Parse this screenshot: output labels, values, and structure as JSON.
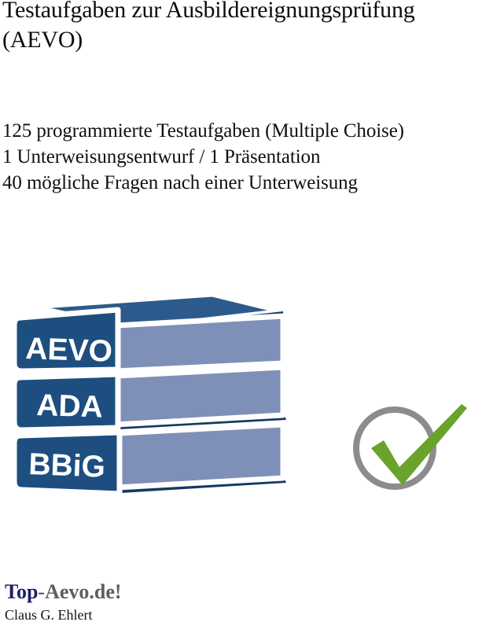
{
  "cover": {
    "title_lines": [
      "Testaufgaben zur Ausbildereignungsprüfung",
      "(AEVO)"
    ],
    "body_lines": [
      "125 programmierte Testaufgaben (Multiple Choise)",
      "1 Unterweisungsentwurf / 1 Präsentation",
      "40 mögliche Fragen nach einer Unterweisung"
    ],
    "books": {
      "labels": [
        "AEVO",
        "ADA",
        "BBiG"
      ],
      "spine_color": "#1d4e7f",
      "cover_top_color": "#2d5a8c",
      "cover_dark_color": "#143a63",
      "pages_color": "#7f90b8",
      "outline_color": "#ffffff",
      "label_color": "#ffffff"
    },
    "checkmark": {
      "icon": "check-circle-icon",
      "check_color": "#6aa32b",
      "circle_color": "#8c8c8c"
    },
    "footer": {
      "brand_prefix": "Top",
      "brand_suffix": "-Aevo.de!",
      "brand_prefix_color": "#1d1f68",
      "brand_suffix_color": "#5e5e63",
      "author": "Claus G. Ehlert"
    },
    "background_color": "#ffffff"
  }
}
